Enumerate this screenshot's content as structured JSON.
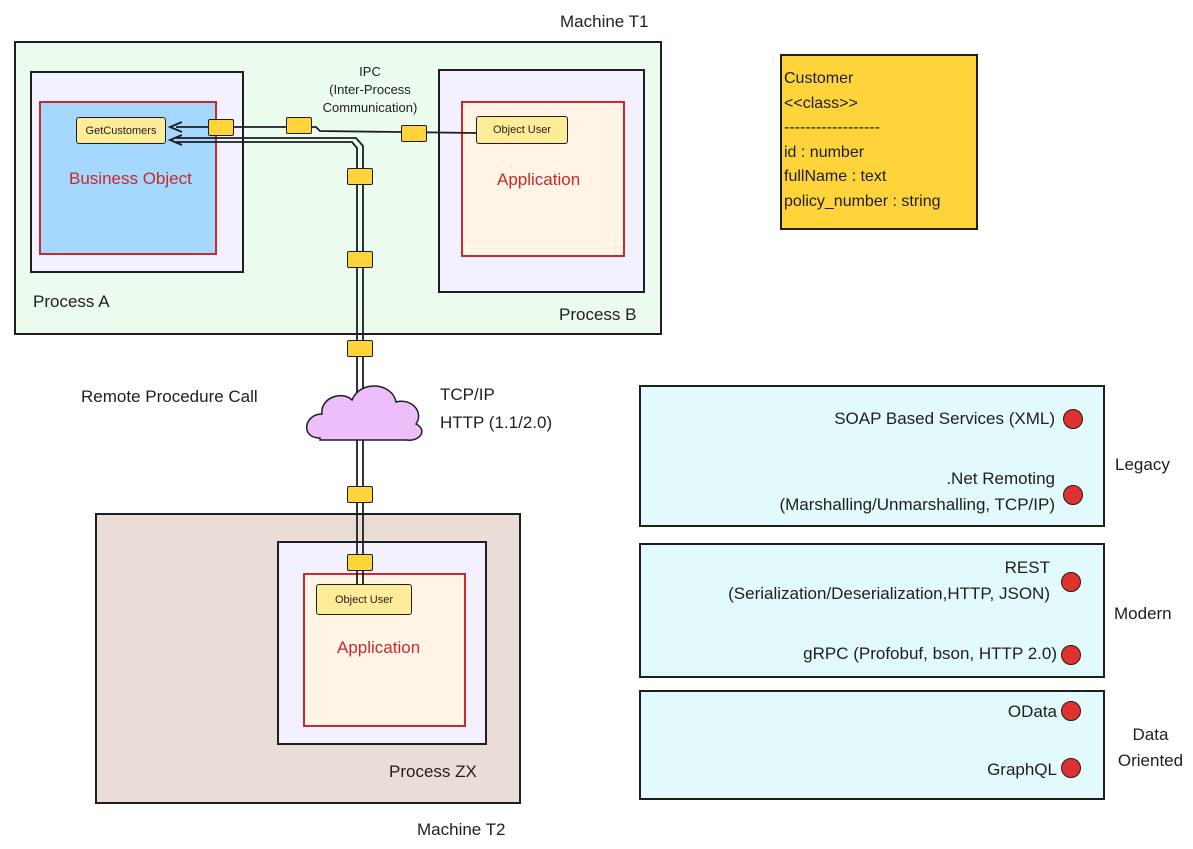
{
  "machine_t1": {
    "label": "Machine T1"
  },
  "machine_t2": {
    "label": "Machine T2"
  },
  "process_a": {
    "label": "Process A",
    "business_object": "Business Object",
    "method": "GetCustomers"
  },
  "process_b": {
    "label": "Process B",
    "application": "Application",
    "object_user": "Object User"
  },
  "process_zx": {
    "label": "Process ZX",
    "application": "Application",
    "object_user": "Object User"
  },
  "ipc": {
    "line1": "IPC",
    "line2": "(Inter-Process",
    "line3": "Communication)"
  },
  "rpc": {
    "label": "Remote Procedure Call",
    "protocol1": "TCP/IP",
    "protocol2": "HTTP (1.1/2.0)"
  },
  "customer_class": {
    "name": "Customer",
    "stereotype": "<<class>>",
    "divider": "------------------",
    "fields": [
      "id : number",
      "fullName : text",
      "policy_number : string"
    ]
  },
  "categories": {
    "legacy": {
      "label": "Legacy",
      "items": [
        {
          "line1": "SOAP Based Services (XML)"
        },
        {
          "line1": ".Net Remoting",
          "line2": "(Marshalling/Unmarshalling, TCP/IP)"
        }
      ]
    },
    "modern": {
      "label": "Modern",
      "items": [
        {
          "line1": "REST",
          "line2": "(Serialization/Deserialization,HTTP, JSON)"
        },
        {
          "line1": "gRPC (Profobuf, bson, HTTP 2.0)"
        }
      ]
    },
    "data_oriented": {
      "label_line1": "Data",
      "label_line2": "Oriented",
      "items": [
        {
          "line1": "OData"
        },
        {
          "line1": "GraphQL"
        }
      ]
    }
  },
  "colors": {
    "machine_t1_bg": "#ebfbee",
    "machine_t2_bg": "#eaddd7",
    "process_bg": "#f3f0ff",
    "business_object_bg": "#a5d8ff",
    "application_bg": "#fff4e6",
    "category_bg": "#e3fafc",
    "class_bg": "#ffd43b",
    "cloud": "#eebefa",
    "accent_red": "#c92a2a"
  }
}
